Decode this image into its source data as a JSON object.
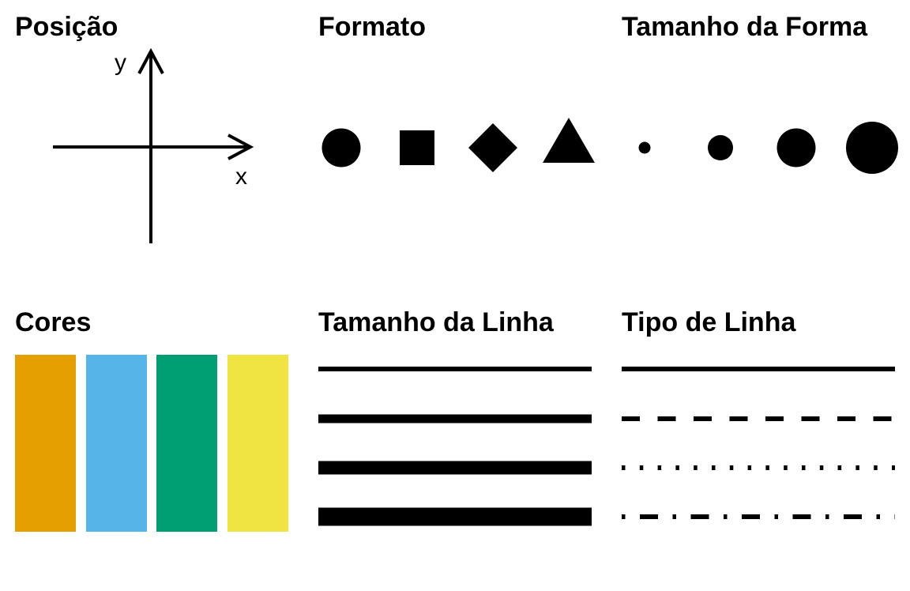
{
  "panels": {
    "position": {
      "title": "Posição",
      "x_label": "x",
      "y_label": "y"
    },
    "shape": {
      "title": "Formato",
      "items": [
        "circle",
        "square",
        "diamond",
        "triangle"
      ]
    },
    "shape_size": {
      "title": "Tamanho da Forma",
      "sizes": [
        "small",
        "medium-small",
        "medium-large",
        "large"
      ]
    },
    "colors": {
      "title": "Cores",
      "swatches": [
        "#E69F00",
        "#56B4E9",
        "#009E73",
        "#F0E442"
      ]
    },
    "line_size": {
      "title": "Tamanho da Linha",
      "widths": [
        6,
        11,
        17,
        23
      ]
    },
    "line_type": {
      "title": "Tipo de Linha",
      "types": [
        "solid",
        "dashed",
        "dotted",
        "dotdash"
      ]
    }
  }
}
